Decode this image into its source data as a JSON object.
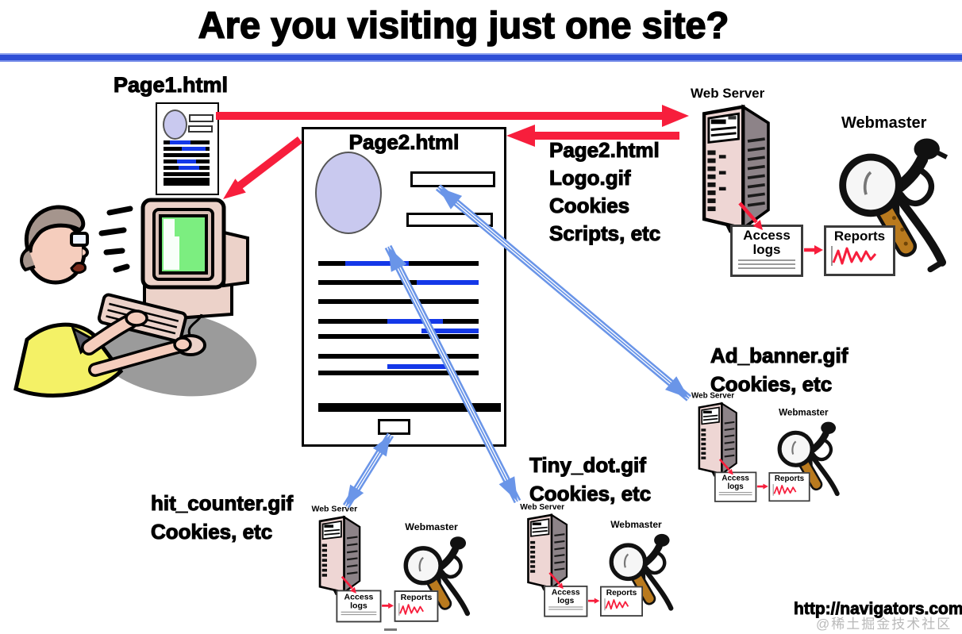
{
  "title": "Are you visiting just one site?",
  "page1": {
    "label": "Page1.html"
  },
  "page2": {
    "label": "Page2.html"
  },
  "server_response": {
    "line1": "Page2.html",
    "line2": "Logo.gif",
    "line3": "Cookies",
    "line4": "Scripts, etc"
  },
  "clusters": {
    "main": {
      "server_label": "Web Server",
      "webmaster_label": "Webmaster",
      "access_logs_label": "Access logs",
      "reports_label": "Reports"
    },
    "ad_banner": {
      "caption_line1": "Ad_banner.gif",
      "caption_line2": "Cookies, etc",
      "server_label": "Web Server",
      "webmaster_label": "Webmaster",
      "access_logs_label": "Access logs",
      "reports_label": "Reports"
    },
    "tiny_dot": {
      "caption_line1": "Tiny_dot.gif",
      "caption_line2": "Cookies, etc",
      "server_label": "Web Server",
      "webmaster_label": "Webmaster",
      "access_logs_label": "Access logs",
      "reports_label": "Reports"
    },
    "hit_counter": {
      "caption_line1": "hit_counter.gif",
      "caption_line2": "Cookies, etc",
      "server_label": "Web Server",
      "webmaster_label": "Webmaster",
      "access_logs_label": "Access logs",
      "reports_label": "Reports"
    }
  },
  "footer": {
    "site_url": "http://navigators.com",
    "watermark": "@稀土掘金技术社区"
  },
  "colors": {
    "arrow_red": "#f71e3c",
    "arrow_blue": "#6a95e8",
    "divider_blue": "#2e4fd6",
    "placeholder_lavender": "#c9c9ef",
    "screen_green": "#7cee80"
  }
}
